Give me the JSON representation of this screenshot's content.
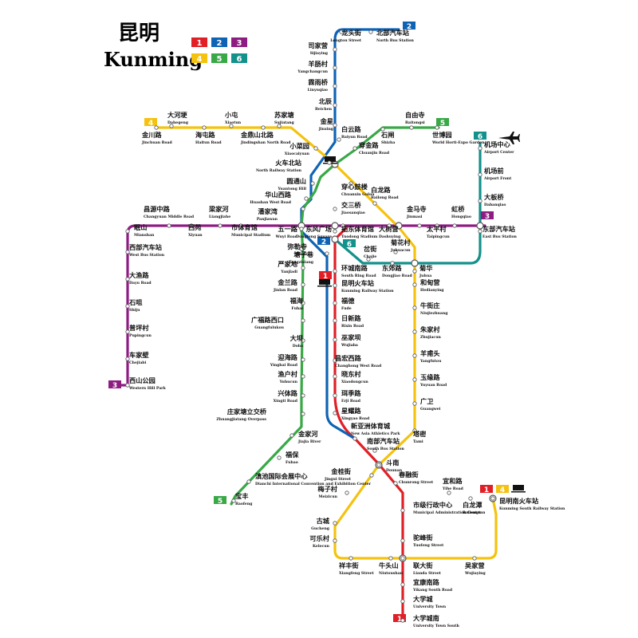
{
  "title": {
    "zh": "昆明",
    "en": "Kunming"
  },
  "colors": {
    "1": "#e11f26",
    "2": "#0f63b4",
    "3": "#8e1d83",
    "4": "#f4c20f",
    "5": "#39a847",
    "6": "#13918b"
  },
  "legend": [
    {
      "line": "1",
      "label": "1"
    },
    {
      "line": "2",
      "label": "2"
    },
    {
      "line": "3",
      "label": "3"
    },
    {
      "line": "4",
      "label": "4"
    },
    {
      "line": "5",
      "label": "5"
    },
    {
      "line": "6",
      "label": "6"
    }
  ],
  "line_tags": [
    {
      "line": "2",
      "label": "2"
    },
    {
      "line": "4",
      "label": "4"
    },
    {
      "line": "5",
      "label": "5"
    },
    {
      "line": "6",
      "label": "6"
    },
    {
      "line": "3",
      "label": "3"
    },
    {
      "line": "3",
      "label": "3"
    },
    {
      "line": "2",
      "label": "2"
    },
    {
      "line": "6",
      "label": "6"
    },
    {
      "line": "1",
      "label": "1"
    },
    {
      "line": "5",
      "label": "5"
    },
    {
      "line": "1",
      "label": "1"
    },
    {
      "line": "4",
      "label": "4"
    },
    {
      "line": "1",
      "label": "1"
    }
  ],
  "stations": [
    {
      "zh": "龙头街",
      "en": "Longtou Street"
    },
    {
      "zh": "北部汽车站",
      "en": "North Bus Station"
    },
    {
      "zh": "司家营",
      "en": "Sijiaying"
    },
    {
      "zh": "羊肠村",
      "en": "Yangchangcun"
    },
    {
      "zh": "霖雨桥",
      "en": "Linyuqiao"
    },
    {
      "zh": "北辰",
      "en": "Beichen"
    },
    {
      "zh": "金星",
      "en": "Jinxing"
    },
    {
      "zh": "小菜园",
      "en": "Xiaocaiyuan"
    },
    {
      "zh": "火车北站",
      "en": "North Railway Station"
    },
    {
      "zh": "圆通山",
      "en": "Yuantong Hill"
    },
    {
      "zh": "华山西路",
      "en": "Huashan West Road"
    },
    {
      "zh": "潘家湾",
      "en": "Panjiawan"
    },
    {
      "zh": "五一路",
      "en": "Wuyi Road"
    },
    {
      "zh": "东风广场",
      "en": "Dongfeng Square"
    },
    {
      "zh": "弥勒寺",
      "en": "Milesi"
    },
    {
      "zh": "塘子巷",
      "en": "Tangzixiang"
    },
    {
      "zh": "严家地",
      "en": "Yanjiadi"
    },
    {
      "zh": "金兰路",
      "en": "Jinlan Road"
    },
    {
      "zh": "福海",
      "en": "Fuhai"
    },
    {
      "zh": "广福路西口",
      "en": "Guangfulukou"
    },
    {
      "zh": "大坝",
      "en": "Doba"
    },
    {
      "zh": "迎海路",
      "en": "Yinghai Road"
    },
    {
      "zh": "渔户村",
      "en": "Yuhucun"
    },
    {
      "zh": "兴体路",
      "en": "Xingti Road"
    },
    {
      "zh": "庄家塘立交桥",
      "en": "Zhuangjiatang Overpass"
    },
    {
      "zh": "金家河",
      "en": "Jiajia River"
    },
    {
      "zh": "福保",
      "en": "Fubao"
    },
    {
      "zh": "滇池国际会展中心",
      "en": "Dianchi International Convention and Exhibition Center"
    },
    {
      "zh": "宝丰",
      "en": "Baofeng"
    },
    {
      "zh": "大河埂",
      "en": "Dahegeng"
    },
    {
      "zh": "小屯",
      "en": "Xiaotun"
    },
    {
      "zh": "苏家塘",
      "en": "Sujiatang"
    },
    {
      "zh": "金川路",
      "en": "Jinchuan Road"
    },
    {
      "zh": "海屯路",
      "en": "Haitun Road"
    },
    {
      "zh": "金鼎山北路",
      "en": "Jindingshan North Road"
    },
    {
      "zh": "白云路",
      "en": "Baiyun Road"
    },
    {
      "zh": "石闸",
      "en": "Shizha"
    },
    {
      "zh": "自由寺",
      "en": "Baitongsi"
    },
    {
      "zh": "世博园",
      "en": "World Horti-Expo Garden"
    },
    {
      "zh": "穿金路",
      "en": "Chuanjin Road"
    },
    {
      "zh": "穿心鼓楼",
      "en": "Chuanxin Gulou"
    },
    {
      "zh": "白龙路",
      "en": "Bailong Road"
    },
    {
      "zh": "交三桥",
      "en": "Jiaosanqiao"
    },
    {
      "zh": "机场中心",
      "en": "Airport Center"
    },
    {
      "zh": "机场前",
      "en": "Airport Front"
    },
    {
      "zh": "大板桥",
      "en": "Dabanqiao"
    },
    {
      "zh": "昌源中路",
      "en": "Changyuan Middle Road"
    },
    {
      "zh": "梁家河",
      "en": "Liangjiahe"
    },
    {
      "zh": "眠山",
      "en": "Mianshan"
    },
    {
      "zh": "西苑",
      "en": "Xiyuan"
    },
    {
      "zh": "市体育馆",
      "en": "Municipal Stadium"
    },
    {
      "zh": "拓东体育馆",
      "en": "Tuodong Stadium"
    },
    {
      "zh": "大树营",
      "en": "Dashuying"
    },
    {
      "zh": "金马寺",
      "en": "Jinmasi"
    },
    {
      "zh": "虹桥",
      "en": "Hongqiao"
    },
    {
      "zh": "太平村",
      "en": "Taipingcun"
    },
    {
      "zh": "东部汽车站",
      "en": "East Bus Station"
    },
    {
      "zh": "菊花村",
      "en": "Juhuacun"
    },
    {
      "zh": "岔街",
      "en": "Chajie"
    },
    {
      "zh": "西部汽车站",
      "en": "West Bus Station"
    },
    {
      "zh": "大渔路",
      "en": "Dayu Road"
    },
    {
      "zh": "石咀",
      "en": "Shiju"
    },
    {
      "zh": "普坪村",
      "en": "Pupingcun"
    },
    {
      "zh": "车家壁",
      "en": "Chejiabi"
    },
    {
      "zh": "西山公园",
      "en": "Western Hill Park"
    },
    {
      "zh": "环城南路",
      "en": "South Ring Road"
    },
    {
      "zh": "东郊路",
      "en": "Dongjiao Road"
    },
    {
      "zh": "菊华",
      "en": "Juhua"
    },
    {
      "zh": "昆明火车站",
      "en": "Kunming Railway Station"
    },
    {
      "zh": "福德",
      "en": "Fude"
    },
    {
      "zh": "日新路",
      "en": "Rixin Road"
    },
    {
      "zh": "巫家坝",
      "en": "Wujiaba"
    },
    {
      "zh": "昌宏西路",
      "en": "Changhong West Road"
    },
    {
      "zh": "晓东村",
      "en": "Xiaodongcun"
    },
    {
      "zh": "珥季路",
      "en": "Erji Road"
    },
    {
      "zh": "星耀路",
      "en": "Xingyao Road"
    },
    {
      "zh": "新亚洲体育城",
      "en": "New Asia Athletics Park"
    },
    {
      "zh": "南部汽车站",
      "en": "South Bus Station"
    },
    {
      "zh": "和甸营",
      "en": "Hedianying"
    },
    {
      "zh": "牛街庄",
      "en": "Niujiezhuang"
    },
    {
      "zh": "朱家村",
      "en": "Zhujiacun"
    },
    {
      "zh": "羊甫头",
      "en": "Yangfutou"
    },
    {
      "zh": "玉缘路",
      "en": "Yuyuan Road"
    },
    {
      "zh": "广卫",
      "en": "Guangwei"
    },
    {
      "zh": "塔密",
      "en": "Tami"
    },
    {
      "zh": "斗南",
      "en": "Dounan"
    },
    {
      "zh": "金桂街",
      "en": "Jingui Street"
    },
    {
      "zh": "春融街",
      "en": "Chunrong Street"
    },
    {
      "zh": "宜和路",
      "en": "Yihe Road"
    },
    {
      "zh": "梅子村",
      "en": "Meizicun"
    },
    {
      "zh": "市级行政中心",
      "en": "Municipal Administration Center"
    },
    {
      "zh": "白龙潭",
      "en": "Bailongtan"
    },
    {
      "zh": "昆明南火车站",
      "en": "Kunming South Railway Station"
    },
    {
      "zh": "古城",
      "en": "Gucheng"
    },
    {
      "zh": "可乐村",
      "en": "Kelecun"
    },
    {
      "zh": "驼峰街",
      "en": "Tuofeng Street"
    },
    {
      "zh": "祥丰街",
      "en": "Xiangfeng Street"
    },
    {
      "zh": "牛头山",
      "en": "Niutoushan"
    },
    {
      "zh": "联大街",
      "en": "Lianda Street"
    },
    {
      "zh": "吴家营",
      "en": "Wujiaying"
    },
    {
      "zh": "宜康南路",
      "en": "Yikang South Road"
    },
    {
      "zh": "大学城",
      "en": "University Town"
    },
    {
      "zh": "大学城南",
      "en": "University Town South"
    }
  ]
}
